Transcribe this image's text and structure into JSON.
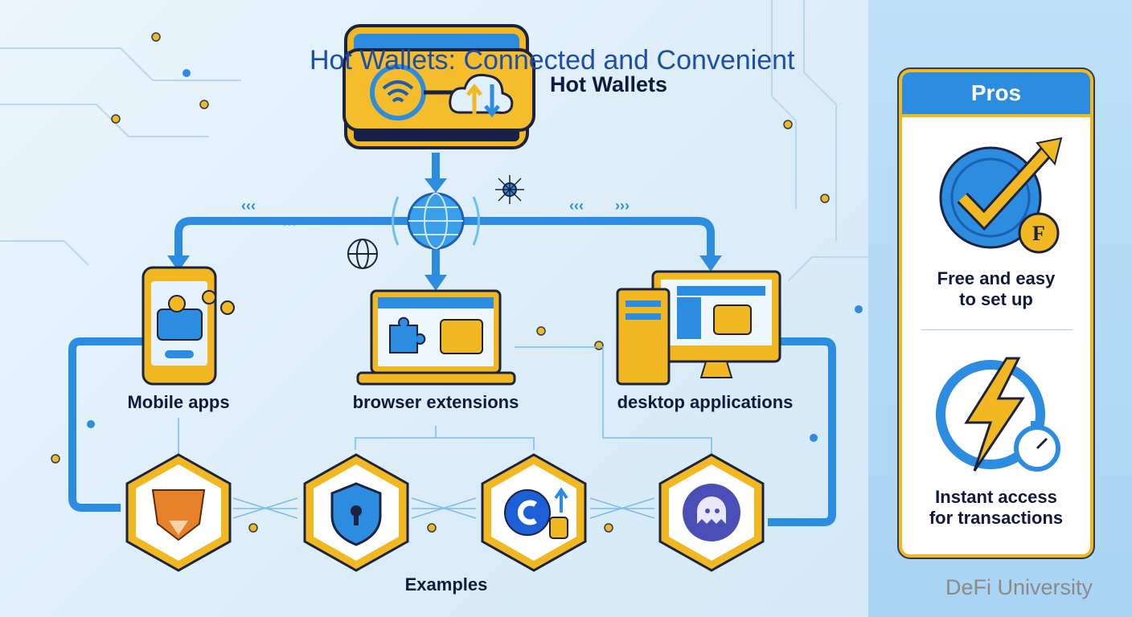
{
  "header": {
    "title": "Hot Wallets: Connected and Convenient",
    "subtitle": "Hot Wallets"
  },
  "categories": [
    {
      "label": "Mobile apps",
      "icon": "mobile-wallet-icon"
    },
    {
      "label": "browser extensions",
      "icon": "browser-extension-icon"
    },
    {
      "label": "desktop applications",
      "icon": "desktop-computer-icon"
    }
  ],
  "examples": {
    "label": "Examples",
    "items": [
      {
        "icon": "metamask-fox-icon"
      },
      {
        "icon": "shield-lock-icon"
      },
      {
        "icon": "coinbase-coins-icon"
      },
      {
        "icon": "phantom-ghost-icon"
      }
    ]
  },
  "pros": {
    "heading": "Pros",
    "items": [
      {
        "line1": "Free and easy",
        "line2": "to set up",
        "icon": "checkmark-coin-icon"
      },
      {
        "line1": "Instant access",
        "line2": "for transactions",
        "icon": "lightning-stopwatch-icon"
      }
    ]
  },
  "footer": {
    "brand": "DeFi University"
  },
  "colors": {
    "accent_blue": "#2b8ce0",
    "accent_yellow": "#f2b821",
    "title_blue": "#1d4fa8",
    "navy": "#111a3a"
  }
}
